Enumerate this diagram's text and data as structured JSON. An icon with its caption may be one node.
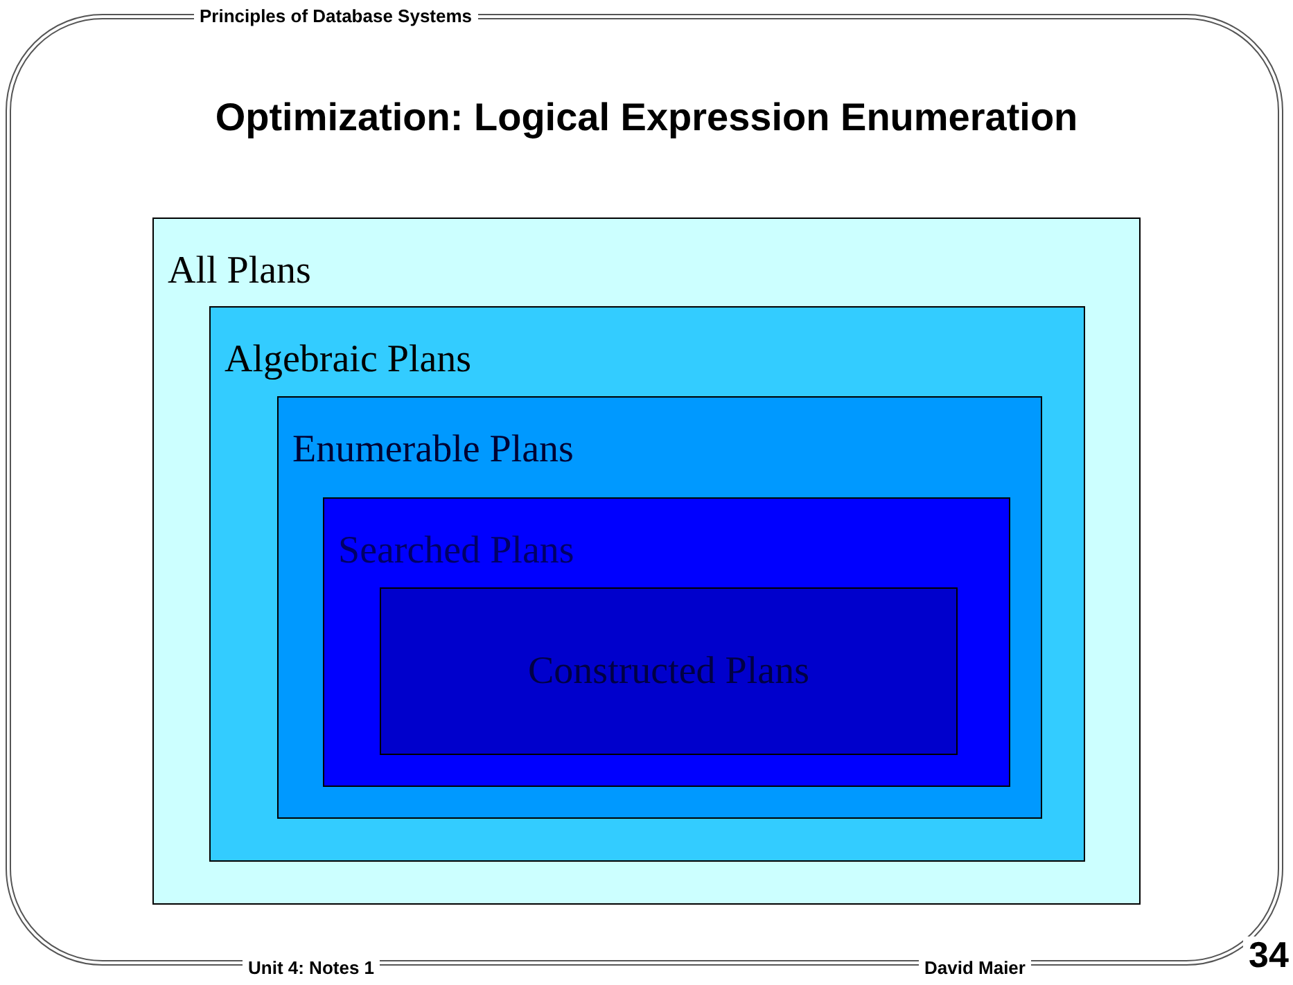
{
  "diagram": {
    "title": "Optimization: Logical Expression Enumeration",
    "nodes": [
      {
        "text": [
          "All Plans"
        ]
      },
      {
        "text": [
          "Algebraic Plans"
        ],
        "in": 0
      },
      {
        "text": [
          "Enumerable Plans"
        ],
        "in": 1
      },
      {
        "text": [
          "Searched Plans"
        ],
        "in": 2
      },
      {
        "text": [
          "Constructed Plans"
        ],
        "in": 3
      }
    ],
    "labels": [
      "Principles of Database Systems",
      "Unit 4: Notes 1",
      "David Maier",
      "34"
    ]
  }
}
